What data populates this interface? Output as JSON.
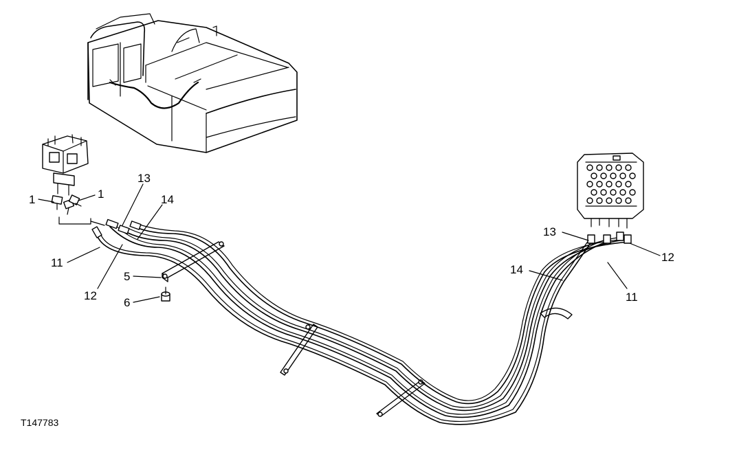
{
  "labels": {
    "fitting_left_a": "1",
    "fitting_left_b": "1",
    "hose13_left": "13",
    "hose14_left": "14",
    "hose11_left": "11",
    "hose12_left": "12",
    "strap": "5",
    "bolt": "6",
    "hose13_right": "13",
    "hose14_right": "14",
    "hose12_right": "12",
    "hose11_right": "11"
  },
  "figure_id": "T147783"
}
